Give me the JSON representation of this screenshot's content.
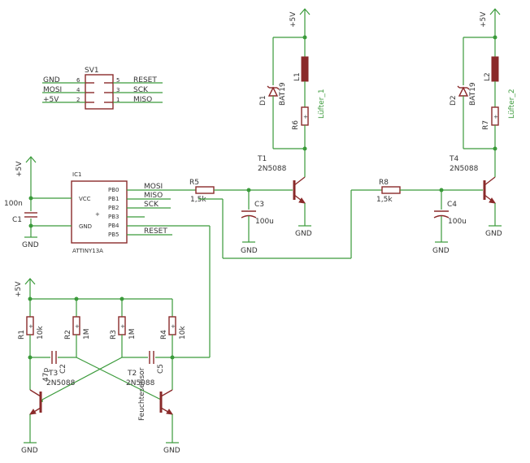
{
  "header": {
    "sv1": "SV1",
    "ic1": "IC1",
    "ic1_name": "ATTINY13A"
  },
  "supply": {
    "plus5v": "+5V",
    "gnd": "GND"
  },
  "connector": {
    "left": [
      "GND",
      "MOSI",
      "+5V"
    ],
    "left_pins": [
      "6",
      "4",
      "2"
    ],
    "right_pins": [
      "5",
      "3",
      "1"
    ],
    "right": [
      "RESET",
      "SCK",
      "MISO"
    ]
  },
  "ic": {
    "vcc": "VCC",
    "gnd": "GND",
    "pins": [
      "PB0",
      "PB1",
      "PB2",
      "PB3",
      "PB4",
      "PB5"
    ],
    "pin_nets": [
      "MOSI",
      "MISO",
      "SCK",
      "",
      "",
      "RESET"
    ]
  },
  "components": {
    "c1": "C1",
    "c1_val": "100n",
    "r5": "R5",
    "r5_val": "1,5k",
    "c3": "C3",
    "c3_val": "100u",
    "t1": "T1",
    "t1_val": "2N5088",
    "d1": "D1",
    "d1_val": "BAT19",
    "l1": "L1",
    "r6": "R6",
    "fan1": "Lüfter_1",
    "r8": "R8",
    "r8_val": "1,5k",
    "c4": "C4",
    "c4_val": "100u",
    "t4": "T4",
    "t4_val": "2N5088",
    "d2": "D2",
    "d2_val": "BAT19",
    "l2": "L2",
    "r7": "R7",
    "fan2": "Lüfter_2",
    "r1": "R1",
    "r1_val": "10k",
    "r2": "R2",
    "r2_val": "1M",
    "r3": "R3",
    "r3_val": "1M",
    "r4": "R4",
    "r4_val": "10k",
    "c2": "C2",
    "c2_val": "47p",
    "c5": "C5",
    "t3": "T3",
    "t3_val": "2N5088",
    "t2": "T2",
    "t2_val": "2N5088",
    "sensor": "Feuchtesensor"
  },
  "colors": {
    "wire": "#3a9a3a",
    "part": "#8a2a2a",
    "text": "#333333",
    "background": "#ffffff"
  }
}
